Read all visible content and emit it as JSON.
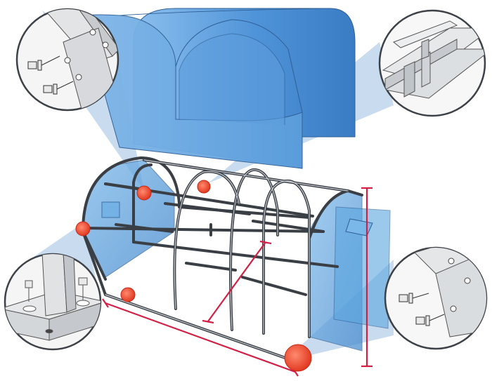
{
  "diagram": {
    "subject": "greenhouse-assembly-exploded-view",
    "colors": {
      "cover_fill": "#4a8fd6",
      "cover_light": "#9cc6ee",
      "panel_fill": "#5aa6e0",
      "frame_stroke": "#3a3f45",
      "frame_fill": "#b9bec4",
      "highlight": "#e8452c",
      "dimension": "#d31f45",
      "callout_beam": "#8fb5de",
      "detail_bg": "#f4f4f4"
    },
    "callouts": [
      {
        "icon": "bolt-bracket-detail-icon",
        "target": "arch-roof-joint"
      },
      {
        "icon": "polycarbonate-profile-detail-icon",
        "target": "cover-edge"
      },
      {
        "icon": "base-plate-bolt-detail-icon",
        "target": "end-arch-foot"
      },
      {
        "icon": "corner-bolt-detail-icon",
        "target": "front-corner"
      }
    ],
    "dimensions": [
      "length",
      "width",
      "height"
    ]
  }
}
